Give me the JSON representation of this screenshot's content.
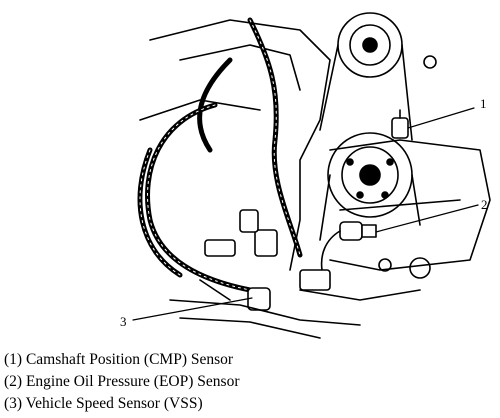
{
  "diagram": {
    "callouts": [
      {
        "id": "1",
        "label": "1"
      },
      {
        "id": "2",
        "label": "2"
      },
      {
        "id": "3",
        "label": "3"
      }
    ],
    "legend": [
      "(1) Camshaft Position (CMP) Sensor",
      "(2) Engine Oil Pressure (EOP) Sensor",
      "(3) Vehicle Speed Sensor (VSS)"
    ]
  }
}
